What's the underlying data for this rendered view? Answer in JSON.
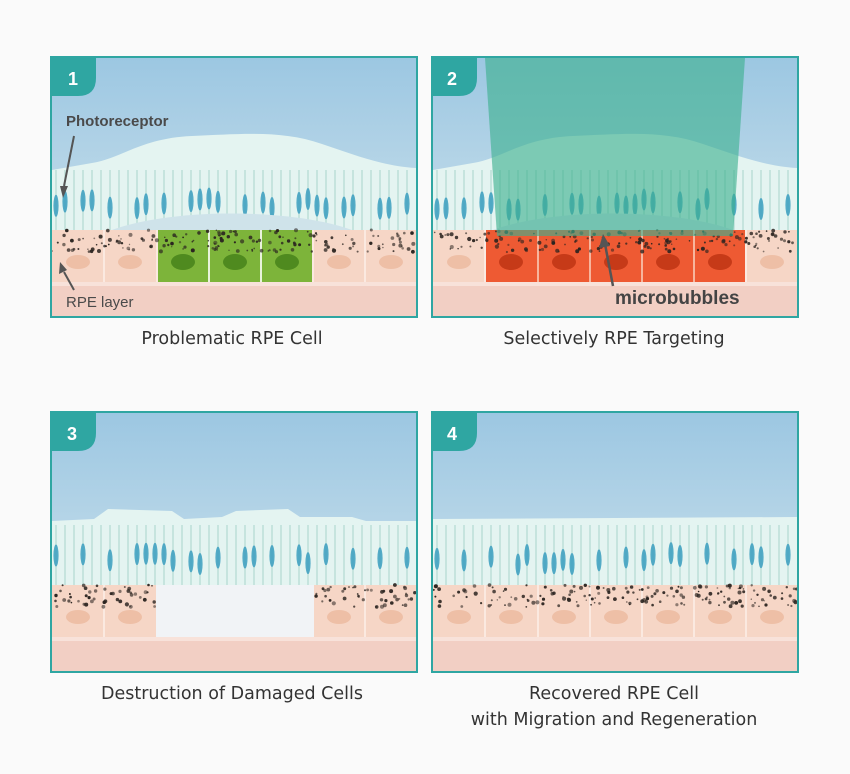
{
  "colors": {
    "frame": "#2fa6a2",
    "sky_top": "#9cc7e2",
    "sky_bottom": "#cfe2ea",
    "photoreceptor": "#dff2ee",
    "rod_accent": "#3a9ebe",
    "rpe_cell": "#f6d6c6",
    "rpe_nucleus": "#eebfa6",
    "damaged_cell": "#7db43a",
    "targeted_cell": "#ee5a33",
    "laser_beam": "#3cb08e",
    "label_text": "#4a4a4a"
  },
  "panels": [
    {
      "number": "1",
      "caption_lines": [
        "Problematic RPE Cell"
      ],
      "labels": {
        "photoreceptor": "Photoreceptor",
        "rpe_layer": "RPE layer"
      }
    },
    {
      "number": "2",
      "caption_lines": [
        "Selectively RPE Targeting"
      ],
      "labels": {
        "microbubbles": "microbubbles"
      }
    },
    {
      "number": "3",
      "caption_lines": [
        "Destruction of Damaged Cells"
      ]
    },
    {
      "number": "4",
      "caption_lines": [
        "Recovered RPE Cell",
        "with Migration and Regeneration"
      ]
    }
  ]
}
